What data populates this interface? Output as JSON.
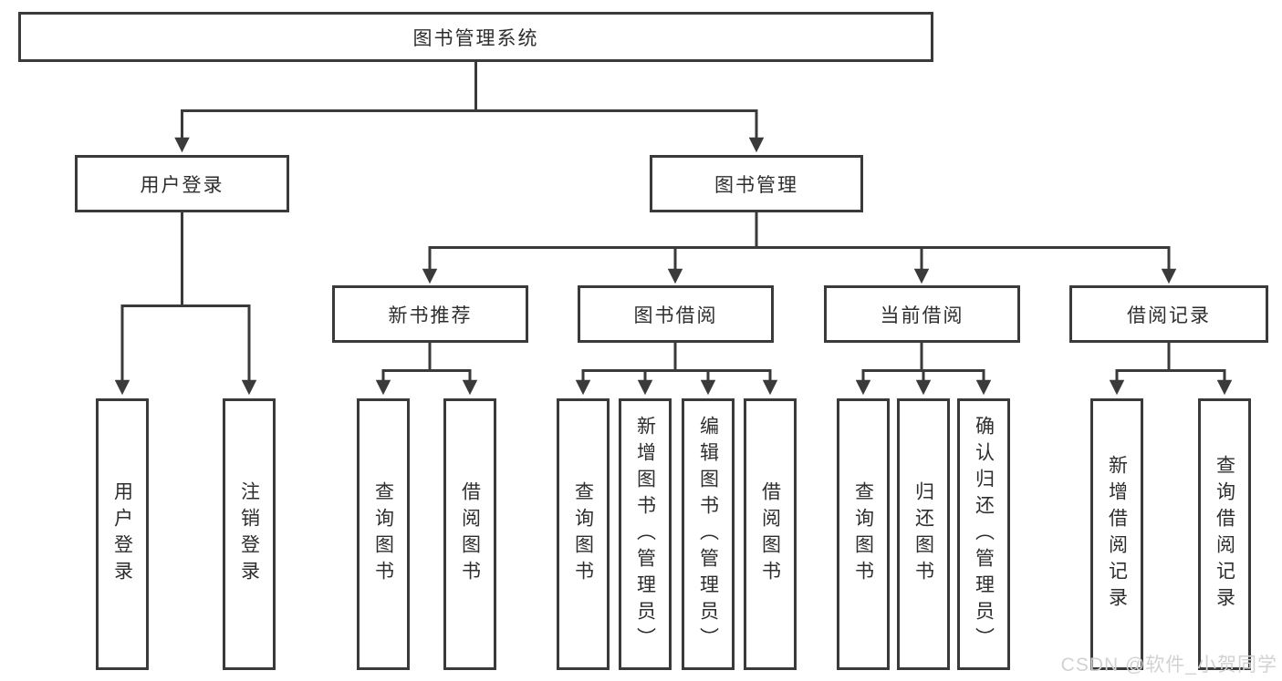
{
  "diagram": {
    "type": "tree",
    "root": {
      "label": "图书管理系统"
    },
    "level2": [
      {
        "label": "用户登录",
        "parent": "图书管理系统"
      },
      {
        "label": "图书管理",
        "parent": "图书管理系统"
      }
    ],
    "level3": [
      {
        "label": "新书推荐",
        "parent": "图书管理"
      },
      {
        "label": "图书借阅",
        "parent": "图书管理"
      },
      {
        "label": "当前借阅",
        "parent": "图书管理"
      },
      {
        "label": "借阅记录",
        "parent": "图书管理"
      }
    ],
    "leaves": [
      {
        "label": "用户登录",
        "parent": "用户登录"
      },
      {
        "label": "注销登录",
        "parent": "用户登录"
      },
      {
        "label": "查询图书",
        "parent": "新书推荐"
      },
      {
        "label": "借阅图书",
        "parent": "新书推荐"
      },
      {
        "label": "查询图书",
        "parent": "图书借阅"
      },
      {
        "label": "新增图书（管理员）",
        "parent": "图书借阅"
      },
      {
        "label": "编辑图书（管理员）",
        "parent": "图书借阅"
      },
      {
        "label": "借阅图书",
        "parent": "图书借阅"
      },
      {
        "label": "查询图书",
        "parent": "当前借阅"
      },
      {
        "label": "归还图书",
        "parent": "当前借阅"
      },
      {
        "label": "确认归还（管理员）",
        "parent": "当前借阅"
      },
      {
        "label": "新增借阅记录",
        "parent": "借阅记录"
      },
      {
        "label": "查询借阅记录",
        "parent": "借阅记录"
      }
    ]
  },
  "watermark": {
    "text": "CSDN @软件_小贺同学"
  },
  "colors": {
    "line": "#3a3a3a",
    "text": "#2e2e2e",
    "box_fill": "#ffffff",
    "background": "#ffffff",
    "watermark": "#d2d2d2"
  }
}
